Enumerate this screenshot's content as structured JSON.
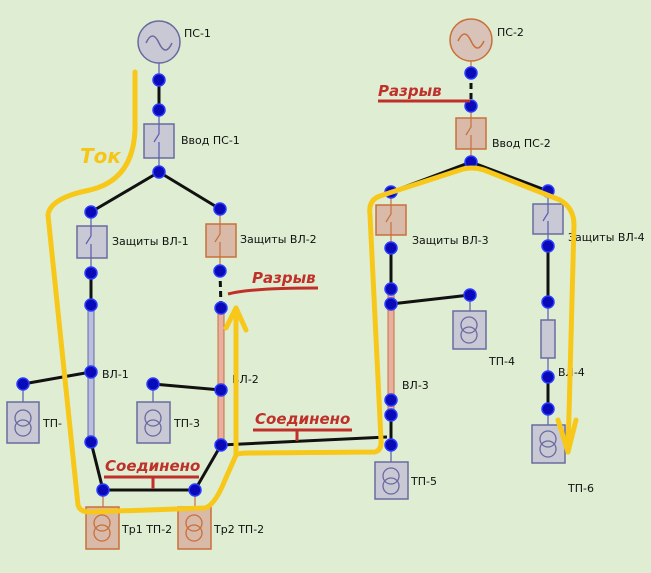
{
  "sources": {
    "ps1": "ПС-1",
    "ps2": "ПС-2"
  },
  "breakers": {
    "vvod1": "Ввод ПС-1",
    "vvod2": "Ввод ПС-2",
    "zvl1": "Защиты ВЛ-1",
    "zvl2": "Защиты ВЛ-2",
    "zvl3": "Защиты ВЛ-3",
    "zvl4": "Защиты ВЛ-4"
  },
  "lines": {
    "vl1": "ВЛ-1",
    "vl2": "ВЛ-2",
    "vl3": "ВЛ-3",
    "vl4": "ВЛ-4"
  },
  "substations": {
    "tp1": "ТП-",
    "tp3": "ТП-3",
    "tp4": "ТП-4",
    "tp5": "ТП-5",
    "tp6": "ТП-6",
    "tr1": "Тр1 ТП-2",
    "tr2": "Тр2 ТП-2"
  },
  "annotations": {
    "tok": "Ток",
    "break_left": "Разрыв",
    "break_right": "Разрыв",
    "connected_bottom": "Соединено",
    "connected_middle": "Соединено"
  },
  "colors": {
    "background": "#dfeed3",
    "current_path": "#f7c81a",
    "annotation": "#c0302a",
    "node": "#0a0ab8"
  }
}
